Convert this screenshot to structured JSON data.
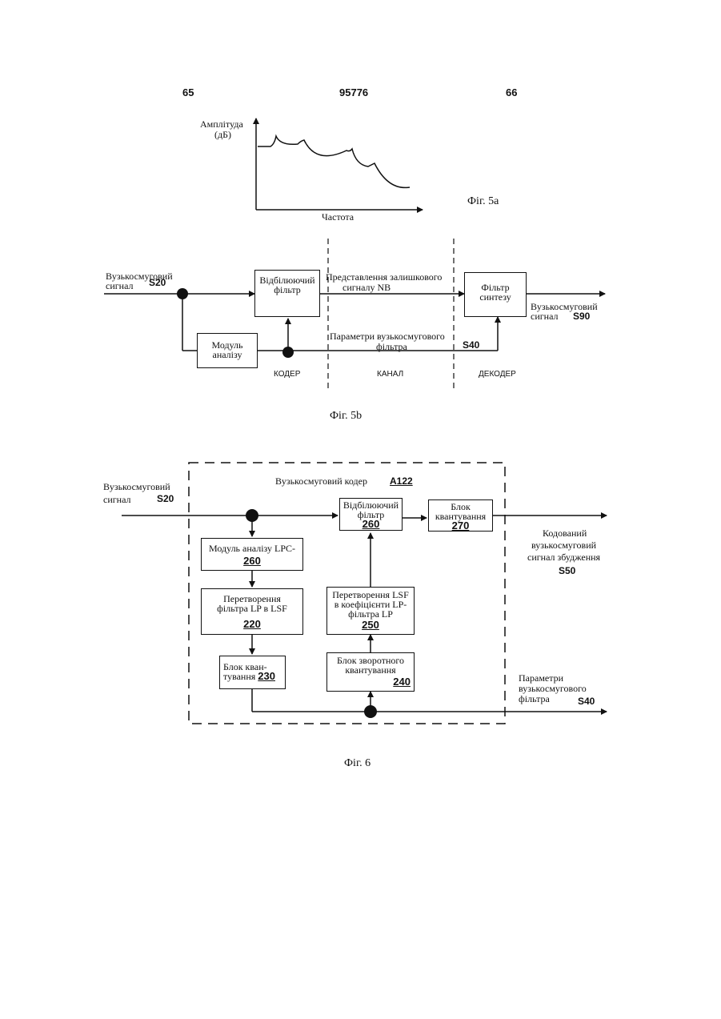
{
  "header": {
    "page_left": "65",
    "doc_number": "95776",
    "page_right": "66"
  },
  "fig5a": {
    "ylabel_line1": "Амплітуда",
    "ylabel_line2": "(дБ)",
    "xlabel": "Частота",
    "caption": "Фіг. 5а"
  },
  "fig5b": {
    "input_line1": "Вузькосмуговий",
    "input_line2": "сигнал",
    "input_ref": "S20",
    "whitening_line1": "Відбілюючий",
    "whitening_line2": "фільтр",
    "analysis_line1": "Модуль",
    "analysis_line2": "аналізу",
    "residual_line1": "Представлення залишкового",
    "residual_line2": "сигналу NB",
    "synthesis_line1": "Фільтр",
    "synthesis_line2": "синтезу",
    "output_line1": "Вузькосмуговий",
    "output_line2": "сигнал",
    "output_ref": "S90",
    "params_line1": "Параметри вузькосмугового",
    "params_line2": "фільтра",
    "params_ref": "S40",
    "coder": "КОДЕР",
    "channel": "КАНАЛ",
    "decoder": "ДЕКОДЕР",
    "caption": "Фіг. 5b"
  },
  "fig6": {
    "input_line1": "Вузькосмуговий",
    "input_line2": "сигнал",
    "input_ref": "S20",
    "encoder_title": "Вузькосмуговий кодер",
    "encoder_ref": "A122",
    "whitening_line1": "Відбілюючий",
    "whitening_line2": "фільтр",
    "whitening_ref": "260",
    "quant_line1": "Блок",
    "quant_line2": "квантування",
    "quant_ref": "270",
    "lpc_label": "Модуль аналізу LPC-",
    "lpc_ref": "260",
    "lp2lsf_line1": "Перетворення",
    "lp2lsf_line2": "фільтра LP в LSF",
    "lp2lsf_ref": "220",
    "quant2_line1": "Блок кван-",
    "quant2_line2": "тування",
    "quant2_ref": "230",
    "lsf2lp_line1": "Перетворення LSF",
    "lsf2lp_line2": "в коефіцієнти LP-",
    "lsf2lp_line3": "фільтра LP",
    "lsf2lp_ref": "250",
    "invquant_line1": "Блок зворотного",
    "invquant_line2": "квантування",
    "invquant_ref": "240",
    "output_line1": "Кодований",
    "output_line2": "вузькосмуговий",
    "output_line3": "сигнал збудження",
    "output_ref": "S50",
    "params_line1": "Параметри",
    "params_line2": "вузькосмугового",
    "params_line3": "фільтра",
    "params_ref": "S40",
    "caption": "Фіг. 6"
  }
}
